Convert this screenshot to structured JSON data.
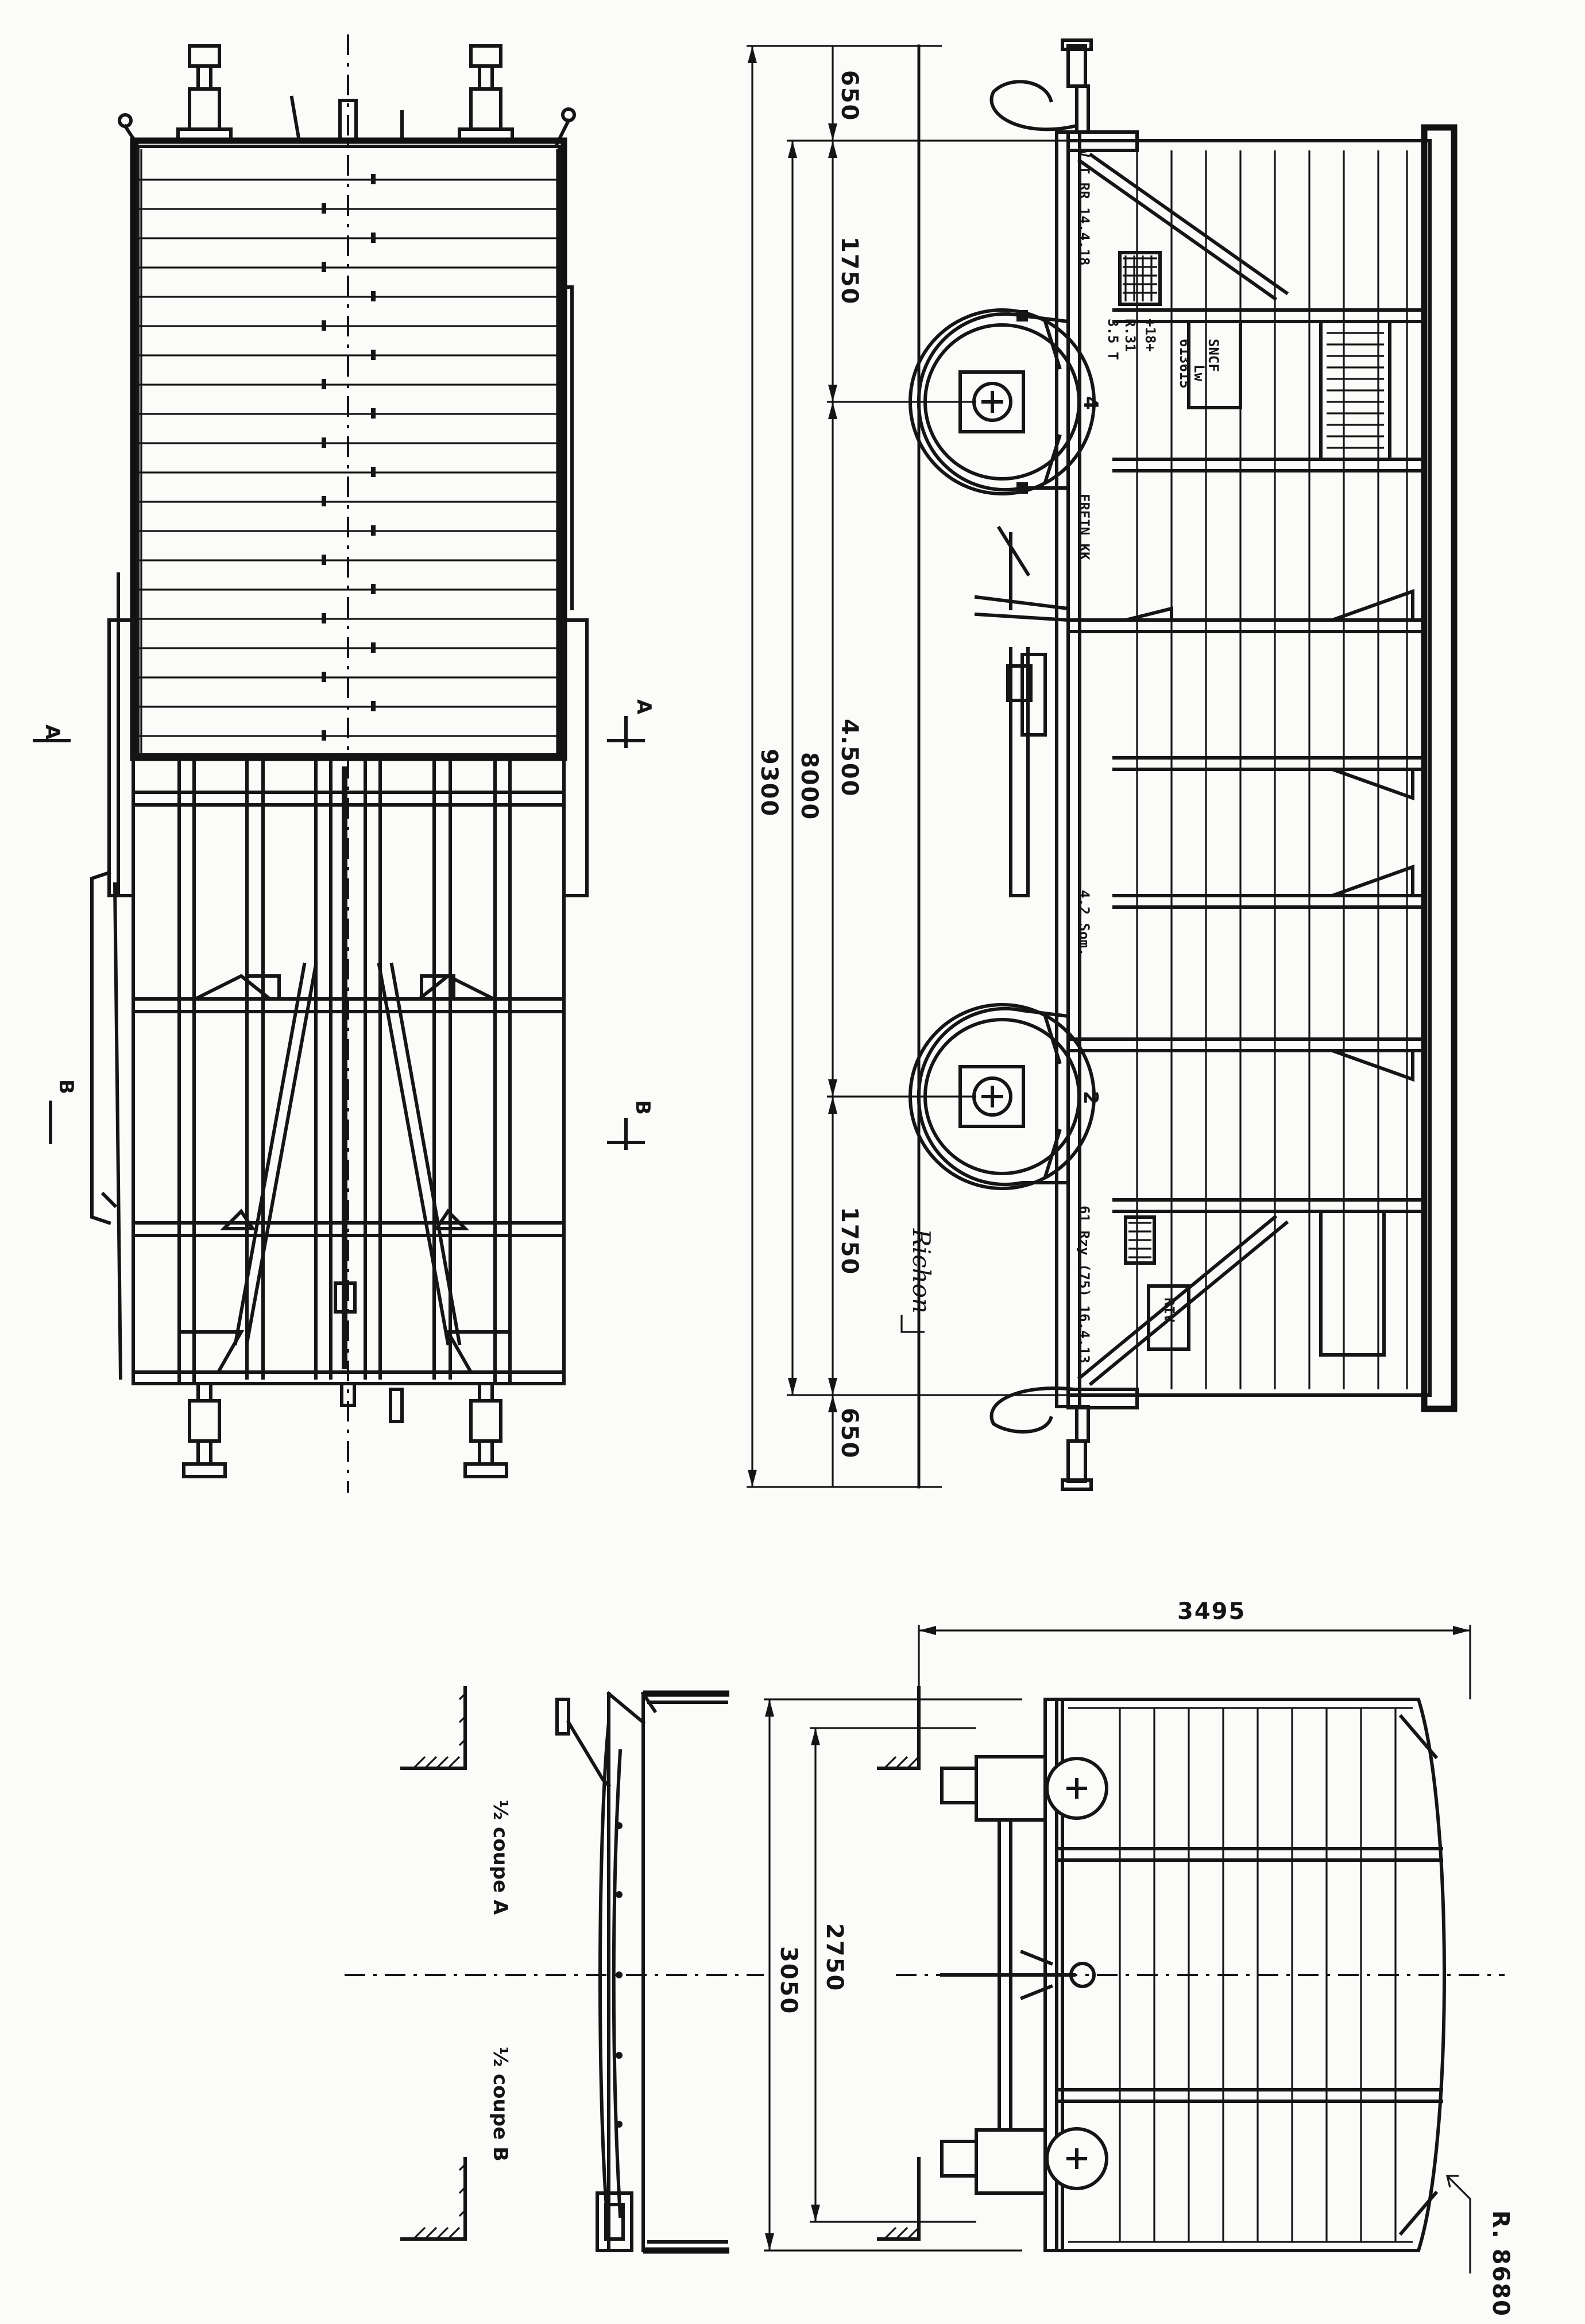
{
  "dimensions": {
    "overall_length": "9300",
    "wheelbase_total": "8000",
    "end_overhang_top": "650",
    "end_overhang_bottom": "650",
    "bogie_half_top": "1750",
    "bogie_half_bottom": "1750",
    "bogie_centres": "4.500",
    "body_width": "3495",
    "body_height": "3050",
    "body_inner_height": "2750",
    "roof_radius": "R. 8680"
  },
  "section_marks": {
    "a_left": "A",
    "a_right": "A",
    "b_left": "B",
    "b_right": "B"
  },
  "section_labels": {
    "half_section_a": "½ coupe A",
    "half_section_b": "½ coupe B"
  },
  "wagon_markings": {
    "railway": "SNCF",
    "class": "Lw",
    "number": "613615",
    "riv": "RIV",
    "bogie_1": "4",
    "bogie_2": "2",
    "tare_plate": "V T RR 14.4.18",
    "frein": "FREIN KK",
    "plate_small_1": "+18+",
    "plate_small_2": "R.31",
    "plate_small_3": "3.5 T",
    "side_plate": "4.2 Som.",
    "revision": "61 Rzy (75) 16.4.13"
  },
  "signature": "Richon"
}
